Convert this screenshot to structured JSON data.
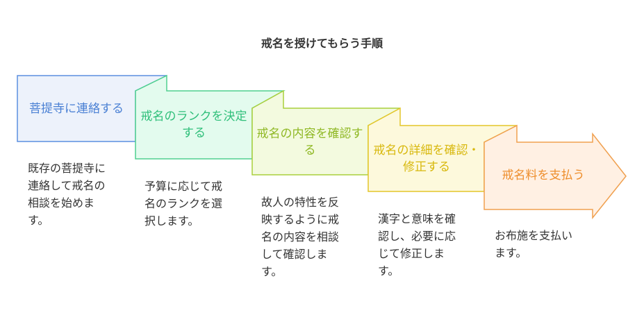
{
  "title": "戒名を授けてもらう手順",
  "steps": [
    {
      "label": "菩提寺に連絡する",
      "description": "既存の菩提寺に\n連絡して戒名の\n相談を始めま\nす。",
      "color": "#4a80d4",
      "fill": "#edf2fb",
      "stroke": "#5b8fe0"
    },
    {
      "label": "戒名のランクを決定する",
      "description": "予算に応じて戒\n名のランクを選\n択します。",
      "color": "#2fbf7a",
      "fill": "#e3fbee",
      "stroke": "#4fd08f"
    },
    {
      "label": "戒名の内容を確認する",
      "description": "故人の特性を反\n映するように戒\n名の内容を相談\nして確認しま\nす。",
      "color": "#8fb824",
      "fill": "#f3fadf",
      "stroke": "#a9cf3c"
    },
    {
      "label": "戒名の詳細を確認・修正する",
      "description": "漢字と意味を確\n認し、必要に応\nじて修正しま\nす。",
      "color": "#d8b80c",
      "fill": "#fdf9dc",
      "stroke": "#e4c62a"
    },
    {
      "label": "戒名料を支払う",
      "description": "お布施を支払い\nます。",
      "color": "#ee8e2c",
      "fill": "#fff0e3",
      "stroke": "#f0a04f"
    }
  ]
}
